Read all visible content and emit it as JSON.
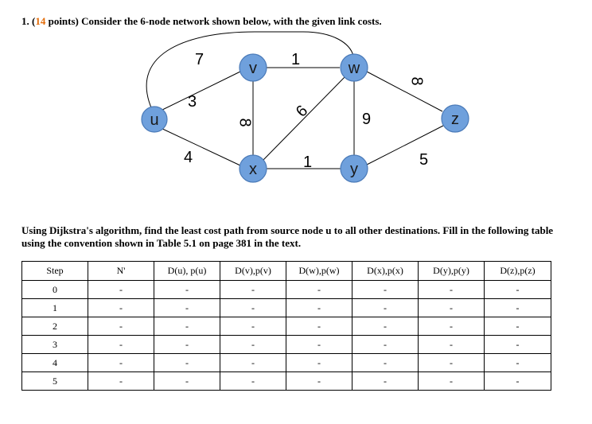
{
  "question": {
    "number": "1. (",
    "points": "14",
    "rest": " points) Consider the 6-node network shown below, with the given link costs."
  },
  "network": {
    "nodes": [
      "u",
      "v",
      "w",
      "x",
      "y",
      "z"
    ],
    "edges": [
      {
        "from": "u",
        "to": "v",
        "cost": "3"
      },
      {
        "from": "u",
        "to": "w",
        "cost": "7"
      },
      {
        "from": "u",
        "to": "x",
        "cost": "4"
      },
      {
        "from": "v",
        "to": "w",
        "cost": "1"
      },
      {
        "from": "v",
        "to": "x",
        "cost": "8"
      },
      {
        "from": "x",
        "to": "w",
        "cost": "6"
      },
      {
        "from": "x",
        "to": "y",
        "cost": "1"
      },
      {
        "from": "w",
        "to": "y",
        "cost": "9"
      },
      {
        "from": "w",
        "to": "z",
        "cost": "8"
      },
      {
        "from": "y",
        "to": "z",
        "cost": "5"
      }
    ]
  },
  "instructions": "Using Dijkstra's algorithm, find the least cost path from source node u to all other destinations.  Fill in the following table using the convention shown in Table 5.1 on page 381 in the text.",
  "table": {
    "headers": [
      "Step",
      "N'",
      "D(u), p(u)",
      "D(v),p(v)",
      "D(w),p(w)",
      "D(x),p(x)",
      "D(y),p(y)",
      "D(z),p(z)"
    ],
    "rows": [
      [
        "0",
        "-",
        "-",
        "-",
        "-",
        "-",
        "-",
        "-"
      ],
      [
        "1",
        "-",
        "-",
        "-",
        "-",
        "-",
        "-",
        "-"
      ],
      [
        "2",
        "-",
        "-",
        "-",
        "-",
        "-",
        "-",
        "-"
      ],
      [
        "3",
        "-",
        "-",
        "-",
        "-",
        "-",
        "-",
        "-"
      ],
      [
        "4",
        "-",
        "-",
        "-",
        "-",
        "-",
        "-",
        "-"
      ],
      [
        "5",
        "-",
        "-",
        "-",
        "-",
        "-",
        "-",
        "-"
      ]
    ]
  },
  "colors": {
    "node_fill": "#6fa0dc",
    "points_highlight": "#e36c09"
  }
}
